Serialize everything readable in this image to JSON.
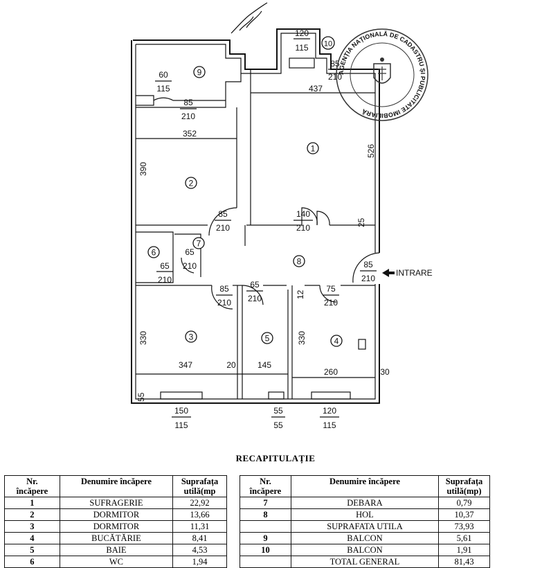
{
  "plan": {
    "entrance_label": "INTRARE",
    "rooms": [
      {
        "num": "1"
      },
      {
        "num": "2"
      },
      {
        "num": "3"
      },
      {
        "num": "4"
      },
      {
        "num": "5"
      },
      {
        "num": "6"
      },
      {
        "num": "7"
      },
      {
        "num": "8"
      },
      {
        "num": "9"
      },
      {
        "num": "10"
      }
    ],
    "dims": {
      "d_120": "120",
      "d_115_top": "115",
      "d_85_r1": "85",
      "d_210_r1": "210",
      "d_437": "437",
      "d_60": "60",
      "d_115_r9": "115",
      "d_85_r9": "85",
      "d_210_r9": "210",
      "d_352": "352",
      "d_390": "390",
      "d_526": "526",
      "d_85_r2": "85",
      "d_210_r2": "210",
      "d_140": "140",
      "d_210_r8": "210",
      "d_25": "25",
      "d_65_r7": "65",
      "d_210_r7": "210",
      "d_65_r6": "65",
      "d_210_r6": "210",
      "d_85_ent": "85",
      "d_210_ent": "210",
      "d_85_r3": "85",
      "d_210_r3": "210",
      "d_65_r5": "65",
      "d_210_r5": "210",
      "d_12": "12",
      "d_75": "75",
      "d_210_r4": "210",
      "d_330_a": "330",
      "d_330_b": "330",
      "d_347": "347",
      "d_20": "20",
      "d_145": "145",
      "d_260": "260",
      "d_30": "30",
      "d_55_side": "55",
      "d_150": "150",
      "d_115_w1": "115",
      "d_55_w2": "55",
      "d_55_w2b": "55",
      "d_120_w3": "120",
      "d_115_w3": "115"
    },
    "stamp_text": "AGENȚIA NAȚIONALĂ DE CADASTRU ȘI PUBLICITATE IMOBILIARĂ"
  },
  "recap": {
    "title": "RECAPITULAȚIE",
    "headers": {
      "nr_line1": "Nr.",
      "nr_line2": "încăpere",
      "name": "Denumire încăpere",
      "area_line1": "Suprafața",
      "area_line2_left": "utilă(mp",
      "area_line2_right": "utilă(mp)"
    },
    "left_rows": [
      {
        "nr": "1",
        "name": "SUFRAGERIE",
        "area": "22,92"
      },
      {
        "nr": "2",
        "name": "DORMITOR",
        "area": "13,66"
      },
      {
        "nr": "3",
        "name": "DORMITOR",
        "area": "11,31"
      },
      {
        "nr": "4",
        "name": "BUCĂTĂRIE",
        "area": "8,41"
      },
      {
        "nr": "5",
        "name": "BAIE",
        "area": "4,53"
      },
      {
        "nr": "6",
        "name": "WC",
        "area": "1,94"
      }
    ],
    "right_rows": [
      {
        "nr": "7",
        "name": "DEBARA",
        "area": "0,79"
      },
      {
        "nr": "8",
        "name": "HOL",
        "area": "10,37"
      },
      {
        "nr": "",
        "name": "SUPRAFATA UTILA",
        "area": "73,93"
      },
      {
        "nr": "9",
        "name": "BALCON",
        "area": "5,61"
      },
      {
        "nr": "10",
        "name": "BALCON",
        "area": "1,91"
      },
      {
        "nr": "",
        "name": "TOTAL GENERAL",
        "area": "81,43"
      }
    ]
  }
}
